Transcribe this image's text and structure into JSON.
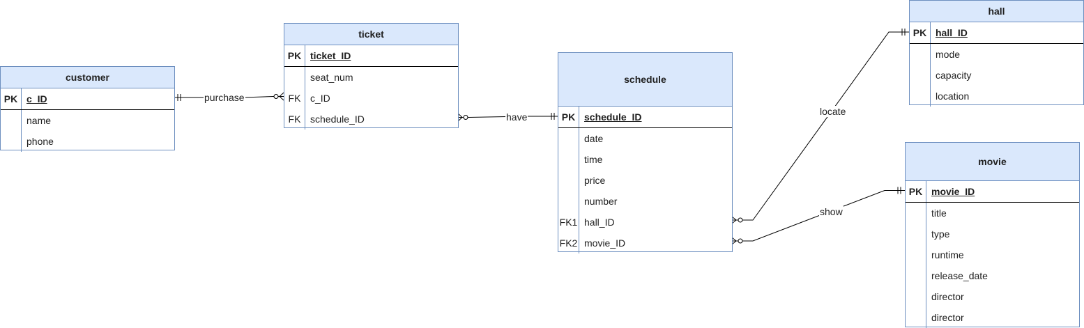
{
  "entities": {
    "customer": {
      "title": "customer",
      "pk": {
        "key": "PK",
        "field": "c_ID"
      },
      "fields": [
        {
          "key": "",
          "field": "name"
        },
        {
          "key": "",
          "field": "phone"
        }
      ]
    },
    "ticket": {
      "title": "ticket",
      "pk": {
        "key": "PK",
        "field": "ticket_ID"
      },
      "fields": [
        {
          "key": "",
          "field": "seat_num"
        },
        {
          "key": "FK",
          "field": "c_ID"
        },
        {
          "key": "FK",
          "field": "schedule_ID"
        }
      ]
    },
    "schedule": {
      "title": "schedule",
      "pk": {
        "key": "PK",
        "field": "schedule_ID"
      },
      "fields": [
        {
          "key": "",
          "field": "date"
        },
        {
          "key": "",
          "field": "time"
        },
        {
          "key": "",
          "field": "price"
        },
        {
          "key": "",
          "field": "number"
        },
        {
          "key": "FK1",
          "field": "hall_ID"
        },
        {
          "key": "FK2",
          "field": "movie_ID"
        }
      ]
    },
    "hall": {
      "title": "hall",
      "pk": {
        "key": "PK",
        "field": "hall_ID"
      },
      "fields": [
        {
          "key": "",
          "field": "mode"
        },
        {
          "key": "",
          "field": "capacity"
        },
        {
          "key": "",
          "field": "location"
        }
      ]
    },
    "movie": {
      "title": "movie",
      "pk": {
        "key": "PK",
        "field": "movie_ID"
      },
      "fields": [
        {
          "key": "",
          "field": "title"
        },
        {
          "key": "",
          "field": "type"
        },
        {
          "key": "",
          "field": "runtime"
        },
        {
          "key": "",
          "field": "release_date"
        },
        {
          "key": "",
          "field": "director"
        },
        {
          "key": "",
          "field": "director"
        }
      ]
    }
  },
  "relationships": {
    "purchase": "purchase",
    "have": "have",
    "locate": "locate",
    "show": "show"
  },
  "colors": {
    "header_fill": "#dae8fc",
    "border": "#6c8ebf",
    "line": "#000000"
  }
}
